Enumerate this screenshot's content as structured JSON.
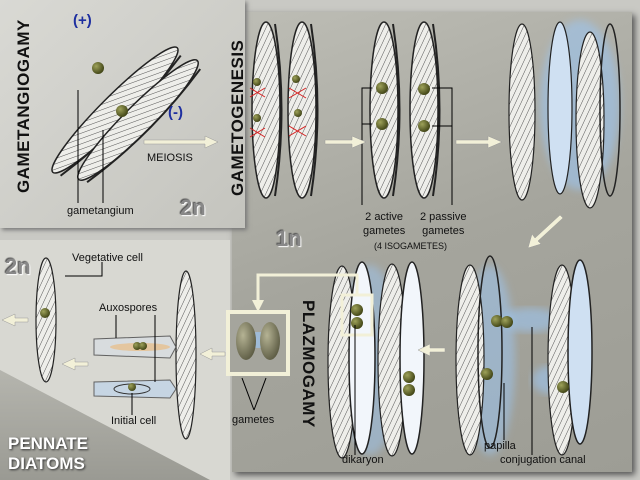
{
  "colors": {
    "nucleus": "#5a5f22",
    "arrow": "#f2f0d8",
    "plus_minus": "#1e2fa0",
    "fusion_blue": "#9cc4ee",
    "cross_red": "#d62020"
  },
  "stages": {
    "gametangiogamy": {
      "label": "GAMETANGIOGAMY",
      "plus": "(+)",
      "minus": "(-)",
      "gametangium": "gametangium",
      "ploidy": "2n",
      "meiosis": "MEIOSIS"
    },
    "gametogenesis": {
      "label": "GAMETOGENESIS",
      "ploidy": "1n",
      "active": [
        "2 active",
        "gametes"
      ],
      "passive": [
        "2 passive",
        "gametes"
      ],
      "isogametes": "(4 ISOGAMETES)"
    },
    "plazmogamy": {
      "label": "PLAZMOGAMY",
      "gametes": "gametes",
      "dikaryon": "dikaryon",
      "papilla": "papilla",
      "conjugation_canal": "conjugation canal"
    },
    "auxospore": {
      "ploidy": "2n",
      "vegetative_cell": "Vegetative cell",
      "auxospores": "Auxospores",
      "initial_cell": "Initial cell"
    }
  },
  "title": [
    "PENNATE",
    "DIATOMS"
  ]
}
